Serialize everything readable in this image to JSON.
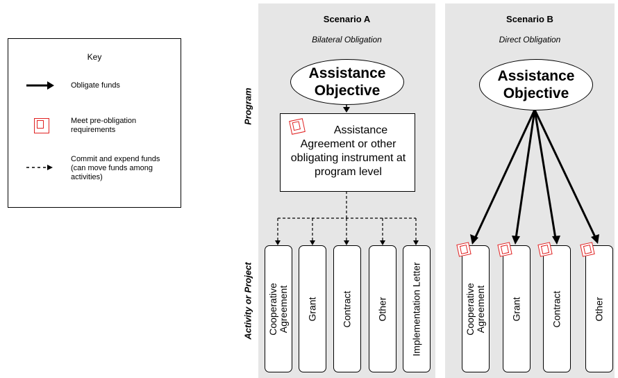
{
  "key": {
    "title": "Key",
    "obligate": "Obligate funds",
    "meet": "Meet pre-obligation requirements",
    "commit": "Commit and expend funds (can move funds among activities)"
  },
  "levels": {
    "program": "Program",
    "activity": "Activity or Project"
  },
  "scenario_a": {
    "title": "Scenario A",
    "subtitle": "Bilateral Obligation",
    "objective": "Assistance Objective",
    "agreement": "Assistance Agreement or other obligating instrument at program level",
    "activities": [
      "Cooperative Agreement",
      "Grant",
      "Contract",
      "Other",
      "Implementation Letter"
    ]
  },
  "scenario_b": {
    "title": "Scenario B",
    "subtitle": "Direct Obligation",
    "objective": "Assistance Objective",
    "activities": [
      "Cooperative Agreement",
      "Grant",
      "Contract",
      "Other"
    ]
  },
  "colors": {
    "panel": "#e6e6e6",
    "requirement_marker": "#e02020"
  }
}
